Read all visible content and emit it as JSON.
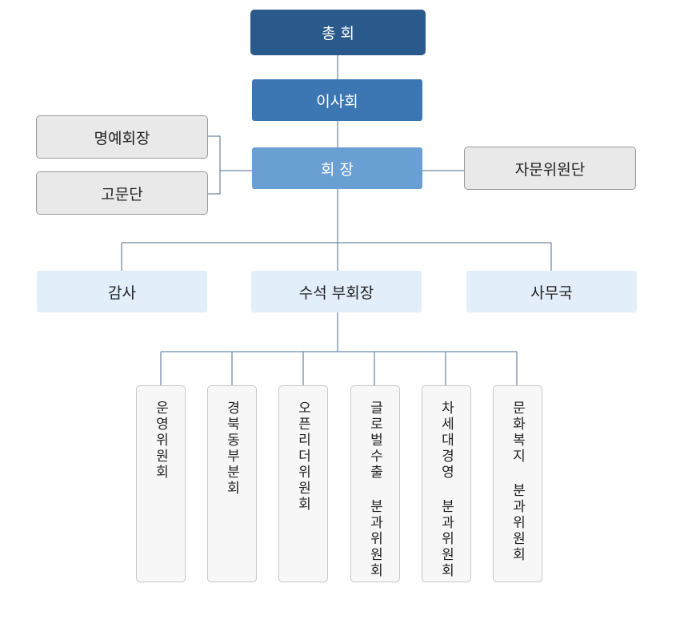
{
  "org": {
    "general_assembly": "총 회",
    "board": "이사회",
    "chairman": "회 장",
    "honorary_chairman": "명예회장",
    "advisors": "고문단",
    "advisory_committee": "자문위원단",
    "auditor": "감사",
    "senior_vice_chairman": "수석 부회장",
    "secretariat": "사무국",
    "committees": [
      "운영위원회",
      "경북동부분회",
      "오픈리더위원회",
      "글로벌수출 분과위원회",
      "차세대경영 분과위원회",
      "문화복지 분과위원회"
    ]
  },
  "colors": {
    "top_box": "#2a5a8c",
    "board_box": "#3c77b3",
    "chairman_box": "#6a9fd4",
    "side_box": "#e9e9e9",
    "second_level_box": "#e3eefb",
    "committee_box": "#f7f7f7",
    "connector": "#4a6d8c"
  }
}
